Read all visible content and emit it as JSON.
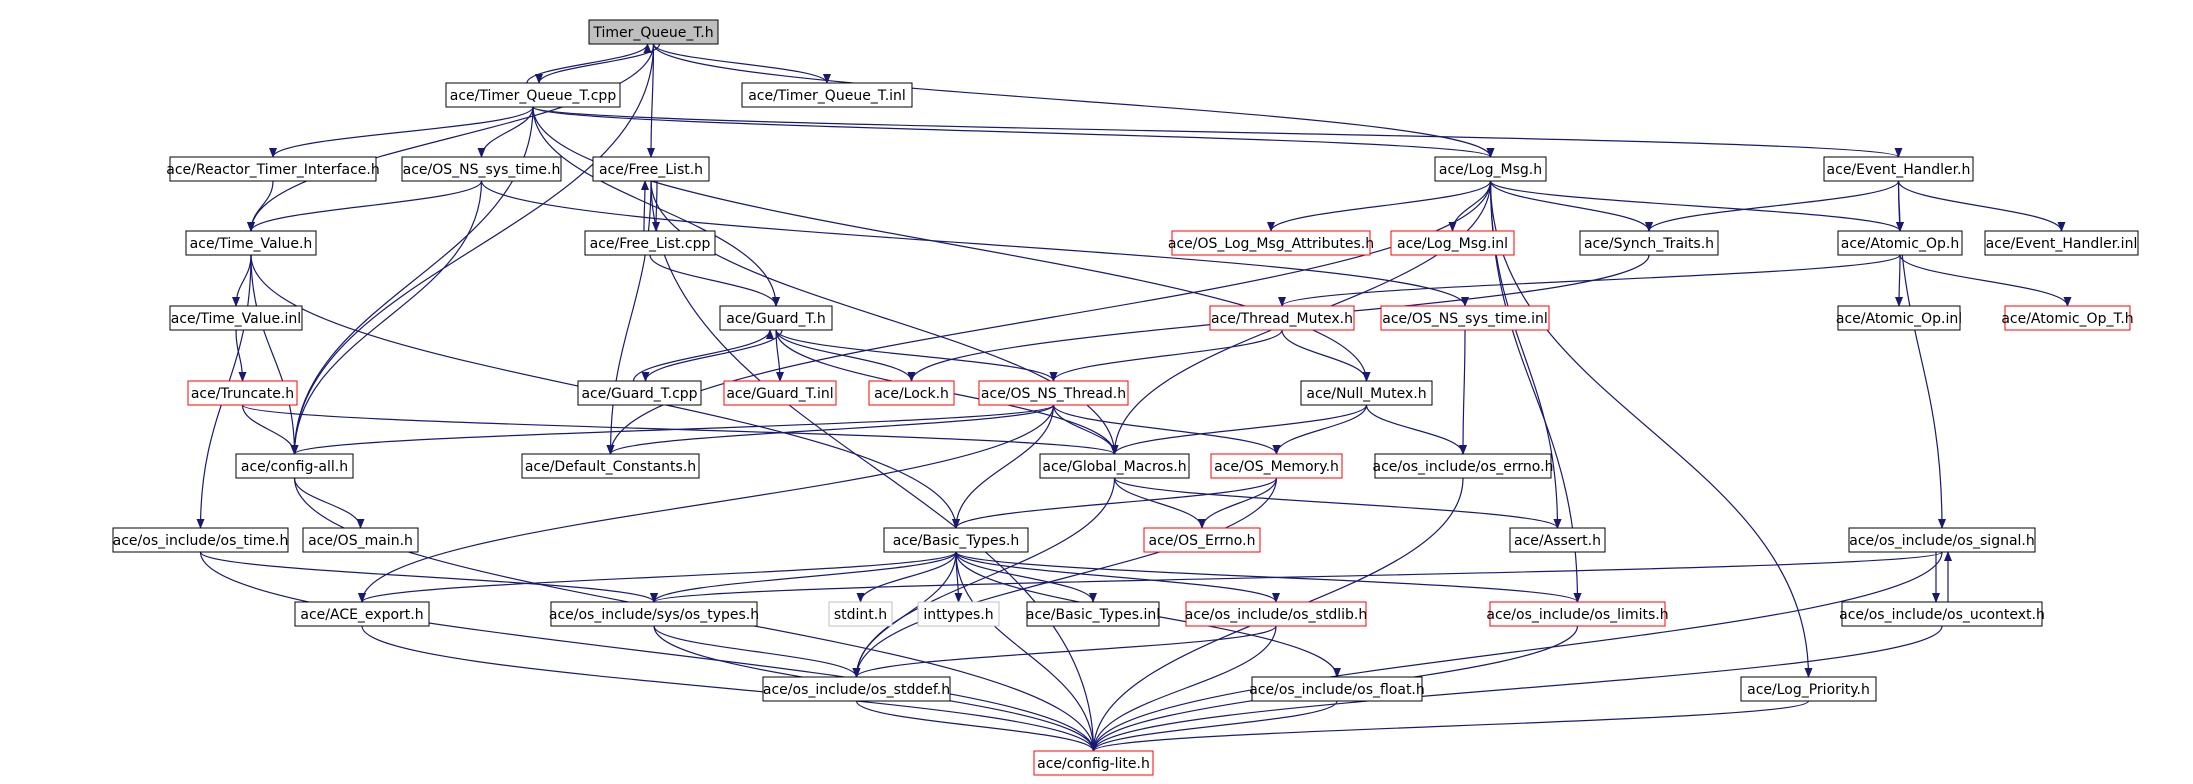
{
  "colors": {
    "edge": "#191970",
    "border_normal": "#000000",
    "border_undocumented": "#ff0000",
    "border_external": "#bfbfbf",
    "root_fill": "#bfbfbf",
    "node_fill": "#ffffff"
  },
  "graph": {
    "nodes": [
      {
        "id": "timer_queue_t_h",
        "label": "Timer_Queue_T.h",
        "style": "root"
      },
      {
        "id": "timer_queue_t_cpp",
        "label": "ace/Timer_Queue_T.cpp",
        "style": "normal"
      },
      {
        "id": "timer_queue_t_inl",
        "label": "ace/Timer_Queue_T.inl",
        "style": "normal"
      },
      {
        "id": "reactor_timer_interface_h",
        "label": "ace/Reactor_Timer_Interface.h",
        "style": "normal"
      },
      {
        "id": "os_ns_sys_time_h",
        "label": "ace/OS_NS_sys_time.h",
        "style": "normal"
      },
      {
        "id": "free_list_h",
        "label": "ace/Free_List.h",
        "style": "normal"
      },
      {
        "id": "log_msg_h",
        "label": "ace/Log_Msg.h",
        "style": "normal"
      },
      {
        "id": "event_handler_h",
        "label": "ace/Event_Handler.h",
        "style": "normal"
      },
      {
        "id": "time_value_h",
        "label": "ace/Time_Value.h",
        "style": "normal"
      },
      {
        "id": "free_list_cpp",
        "label": "ace/Free_List.cpp",
        "style": "normal"
      },
      {
        "id": "os_log_msg_attributes_h",
        "label": "ace/OS_Log_Msg_Attributes.h",
        "style": "undocumented"
      },
      {
        "id": "log_msg_inl",
        "label": "ace/Log_Msg.inl",
        "style": "undocumented"
      },
      {
        "id": "synch_traits_h",
        "label": "ace/Synch_Traits.h",
        "style": "normal"
      },
      {
        "id": "atomic_op_h",
        "label": "ace/Atomic_Op.h",
        "style": "normal"
      },
      {
        "id": "event_handler_inl",
        "label": "ace/Event_Handler.inl",
        "style": "normal"
      },
      {
        "id": "time_value_inl",
        "label": "ace/Time_Value.inl",
        "style": "normal"
      },
      {
        "id": "guard_t_h",
        "label": "ace/Guard_T.h",
        "style": "normal"
      },
      {
        "id": "thread_mutex_h",
        "label": "ace/Thread_Mutex.h",
        "style": "undocumented"
      },
      {
        "id": "os_ns_sys_time_inl",
        "label": "ace/OS_NS_sys_time.inl",
        "style": "undocumented"
      },
      {
        "id": "atomic_op_inl",
        "label": "ace/Atomic_Op.inl",
        "style": "normal"
      },
      {
        "id": "atomic_op_t_h",
        "label": "ace/Atomic_Op_T.h",
        "style": "undocumented"
      },
      {
        "id": "truncate_h",
        "label": "ace/Truncate.h",
        "style": "undocumented"
      },
      {
        "id": "guard_t_cpp",
        "label": "ace/Guard_T.cpp",
        "style": "normal"
      },
      {
        "id": "guard_t_inl",
        "label": "ace/Guard_T.inl",
        "style": "undocumented"
      },
      {
        "id": "lock_h",
        "label": "ace/Lock.h",
        "style": "undocumented"
      },
      {
        "id": "os_ns_thread_h",
        "label": "ace/OS_NS_Thread.h",
        "style": "undocumented"
      },
      {
        "id": "null_mutex_h",
        "label": "ace/Null_Mutex.h",
        "style": "normal"
      },
      {
        "id": "config_all_h",
        "label": "ace/config-all.h",
        "style": "normal"
      },
      {
        "id": "default_constants_h",
        "label": "ace/Default_Constants.h",
        "style": "normal"
      },
      {
        "id": "global_macros_h",
        "label": "ace/Global_Macros.h",
        "style": "normal"
      },
      {
        "id": "os_memory_h",
        "label": "ace/OS_Memory.h",
        "style": "undocumented"
      },
      {
        "id": "os_include_os_errno_h",
        "label": "ace/os_include/os_errno.h",
        "style": "normal"
      },
      {
        "id": "os_include_os_time_h",
        "label": "ace/os_include/os_time.h",
        "style": "normal"
      },
      {
        "id": "os_main_h",
        "label": "ace/OS_main.h",
        "style": "normal"
      },
      {
        "id": "basic_types_h",
        "label": "ace/Basic_Types.h",
        "style": "normal"
      },
      {
        "id": "os_errno_h",
        "label": "ace/OS_Errno.h",
        "style": "undocumented"
      },
      {
        "id": "assert_h",
        "label": "ace/Assert.h",
        "style": "normal"
      },
      {
        "id": "os_include_os_signal_h",
        "label": "ace/os_include/os_signal.h",
        "style": "normal"
      },
      {
        "id": "ace_export_h",
        "label": "ace/ACE_export.h",
        "style": "normal"
      },
      {
        "id": "os_include_sys_os_types_h",
        "label": "ace/os_include/sys/os_types.h",
        "style": "normal"
      },
      {
        "id": "stdint_h",
        "label": "stdint.h",
        "style": "external"
      },
      {
        "id": "inttypes_h",
        "label": "inttypes.h",
        "style": "external"
      },
      {
        "id": "basic_types_inl",
        "label": "ace/Basic_Types.inl",
        "style": "normal"
      },
      {
        "id": "os_include_os_stdlib_h",
        "label": "ace/os_include/os_stdlib.h",
        "style": "undocumented"
      },
      {
        "id": "os_include_os_limits_h",
        "label": "ace/os_include/os_limits.h",
        "style": "undocumented"
      },
      {
        "id": "os_include_os_ucontext_h",
        "label": "ace/os_include/os_ucontext.h",
        "style": "normal"
      },
      {
        "id": "os_include_os_stddef_h",
        "label": "ace/os_include/os_stddef.h",
        "style": "normal"
      },
      {
        "id": "os_include_os_float_h",
        "label": "ace/os_include/os_float.h",
        "style": "normal"
      },
      {
        "id": "log_priority_h",
        "label": "ace/Log_Priority.h",
        "style": "normal"
      },
      {
        "id": "config_lite_h",
        "label": "ace/config-lite.h",
        "style": "undocumented"
      }
    ],
    "edges": [
      [
        "timer_queue_t_h",
        "timer_queue_t_cpp"
      ],
      [
        "timer_queue_t_h",
        "timer_queue_t_inl"
      ],
      [
        "timer_queue_t_h",
        "free_list_h"
      ],
      [
        "timer_queue_t_h",
        "time_value_h"
      ],
      [
        "timer_queue_t_h",
        "log_msg_h"
      ],
      [
        "timer_queue_t_h",
        "config_all_h"
      ],
      [
        "timer_queue_t_cpp",
        "timer_queue_t_h"
      ],
      [
        "timer_queue_t_cpp",
        "reactor_timer_interface_h"
      ],
      [
        "timer_queue_t_cpp",
        "os_ns_sys_time_h"
      ],
      [
        "timer_queue_t_cpp",
        "guard_t_h"
      ],
      [
        "timer_queue_t_cpp",
        "log_msg_h"
      ],
      [
        "timer_queue_t_cpp",
        "event_handler_h"
      ],
      [
        "timer_queue_t_cpp",
        "null_mutex_h"
      ],
      [
        "timer_queue_t_cpp",
        "config_all_h"
      ],
      [
        "reactor_timer_interface_h",
        "time_value_h"
      ],
      [
        "os_ns_sys_time_h",
        "time_value_h"
      ],
      [
        "os_ns_sys_time_h",
        "os_ns_sys_time_inl"
      ],
      [
        "os_ns_sys_time_h",
        "config_all_h"
      ],
      [
        "free_list_h",
        "free_list_cpp"
      ],
      [
        "free_list_h",
        "global_macros_h"
      ],
      [
        "free_list_h",
        "default_constants_h"
      ],
      [
        "free_list_h",
        "config_lite_h"
      ],
      [
        "free_list_cpp",
        "free_list_h"
      ],
      [
        "free_list_cpp",
        "guard_t_h"
      ],
      [
        "time_value_h",
        "time_value_inl"
      ],
      [
        "time_value_h",
        "config_all_h"
      ],
      [
        "time_value_h",
        "os_include_os_time_h"
      ],
      [
        "time_value_h",
        "basic_types_h"
      ],
      [
        "time_value_inl",
        "truncate_h"
      ],
      [
        "truncate_h",
        "config_all_h"
      ],
      [
        "truncate_h",
        "global_macros_h"
      ],
      [
        "log_msg_h",
        "os_log_msg_attributes_h"
      ],
      [
        "log_msg_h",
        "log_msg_inl"
      ],
      [
        "log_msg_h",
        "synch_traits_h"
      ],
      [
        "log_msg_h",
        "atomic_op_h"
      ],
      [
        "log_msg_h",
        "assert_h"
      ],
      [
        "log_msg_h",
        "global_macros_h"
      ],
      [
        "log_msg_h",
        "default_constants_h"
      ],
      [
        "log_msg_h",
        "log_priority_h"
      ],
      [
        "log_msg_h",
        "os_include_os_limits_h"
      ],
      [
        "event_handler_h",
        "event_handler_inl"
      ],
      [
        "event_handler_h",
        "atomic_op_h"
      ],
      [
        "event_handler_h",
        "synch_traits_h"
      ],
      [
        "event_handler_h",
        "os_include_os_signal_h"
      ],
      [
        "synch_traits_h",
        "lock_h"
      ],
      [
        "atomic_op_h",
        "atomic_op_inl"
      ],
      [
        "atomic_op_h",
        "atomic_op_t_h"
      ],
      [
        "atomic_op_h",
        "thread_mutex_h"
      ],
      [
        "thread_mutex_h",
        "os_ns_thread_h"
      ],
      [
        "thread_mutex_h",
        "null_mutex_h"
      ],
      [
        "os_ns_sys_time_inl",
        "os_include_os_errno_h"
      ],
      [
        "guard_t_h",
        "guard_t_cpp"
      ],
      [
        "guard_t_h",
        "guard_t_inl"
      ],
      [
        "guard_t_h",
        "lock_h"
      ],
      [
        "guard_t_h",
        "os_ns_thread_h"
      ],
      [
        "guard_t_h",
        "global_macros_h"
      ],
      [
        "guard_t_cpp",
        "guard_t_h"
      ],
      [
        "null_mutex_h",
        "global_macros_h"
      ],
      [
        "null_mutex_h",
        "os_memory_h"
      ],
      [
        "null_mutex_h",
        "os_include_os_errno_h"
      ],
      [
        "os_ns_thread_h",
        "config_all_h"
      ],
      [
        "os_ns_thread_h",
        "default_constants_h"
      ],
      [
        "os_ns_thread_h",
        "global_macros_h"
      ],
      [
        "os_ns_thread_h",
        "os_memory_h"
      ],
      [
        "os_ns_thread_h",
        "basic_types_h"
      ],
      [
        "os_ns_thread_h",
        "ace_export_h"
      ],
      [
        "config_all_h",
        "os_main_h"
      ],
      [
        "config_all_h",
        "config_lite_h"
      ],
      [
        "global_macros_h",
        "os_errno_h"
      ],
      [
        "global_macros_h",
        "assert_h"
      ],
      [
        "global_macros_h",
        "os_include_os_stddef_h"
      ],
      [
        "os_memory_h",
        "os_errno_h"
      ],
      [
        "os_memory_h",
        "basic_types_h"
      ],
      [
        "os_memory_h",
        "os_include_os_stddef_h"
      ],
      [
        "os_include_os_errno_h",
        "config_lite_h"
      ],
      [
        "os_include_os_time_h",
        "os_include_sys_os_types_h"
      ],
      [
        "os_include_os_time_h",
        "config_lite_h"
      ],
      [
        "basic_types_h",
        "ace_export_h"
      ],
      [
        "basic_types_h",
        "os_include_sys_os_types_h"
      ],
      [
        "basic_types_h",
        "stdint_h"
      ],
      [
        "basic_types_h",
        "inttypes_h"
      ],
      [
        "basic_types_h",
        "basic_types_inl"
      ],
      [
        "basic_types_h",
        "os_include_os_stdlib_h"
      ],
      [
        "basic_types_h",
        "os_include_os_limits_h"
      ],
      [
        "basic_types_h",
        "os_include_os_stddef_h"
      ],
      [
        "basic_types_h",
        "os_include_os_float_h"
      ],
      [
        "basic_types_h",
        "config_lite_h"
      ],
      [
        "os_include_os_signal_h",
        "os_include_os_ucontext_h"
      ],
      [
        "os_include_os_signal_h",
        "os_include_sys_os_types_h"
      ],
      [
        "os_include_os_signal_h",
        "config_lite_h"
      ],
      [
        "os_include_os_ucontext_h",
        "os_include_os_signal_h"
      ],
      [
        "os_include_os_ucontext_h",
        "config_lite_h"
      ],
      [
        "ace_export_h",
        "config_lite_h"
      ],
      [
        "os_include_sys_os_types_h",
        "os_include_os_stddef_h"
      ],
      [
        "os_include_sys_os_types_h",
        "config_lite_h"
      ],
      [
        "os_include_os_stdlib_h",
        "os_include_os_stddef_h"
      ],
      [
        "os_include_os_stdlib_h",
        "config_lite_h"
      ],
      [
        "os_include_os_limits_h",
        "config_lite_h"
      ],
      [
        "os_include_os_stddef_h",
        "config_lite_h"
      ],
      [
        "os_include_os_float_h",
        "config_lite_h"
      ],
      [
        "log_priority_h",
        "config_lite_h"
      ]
    ]
  }
}
